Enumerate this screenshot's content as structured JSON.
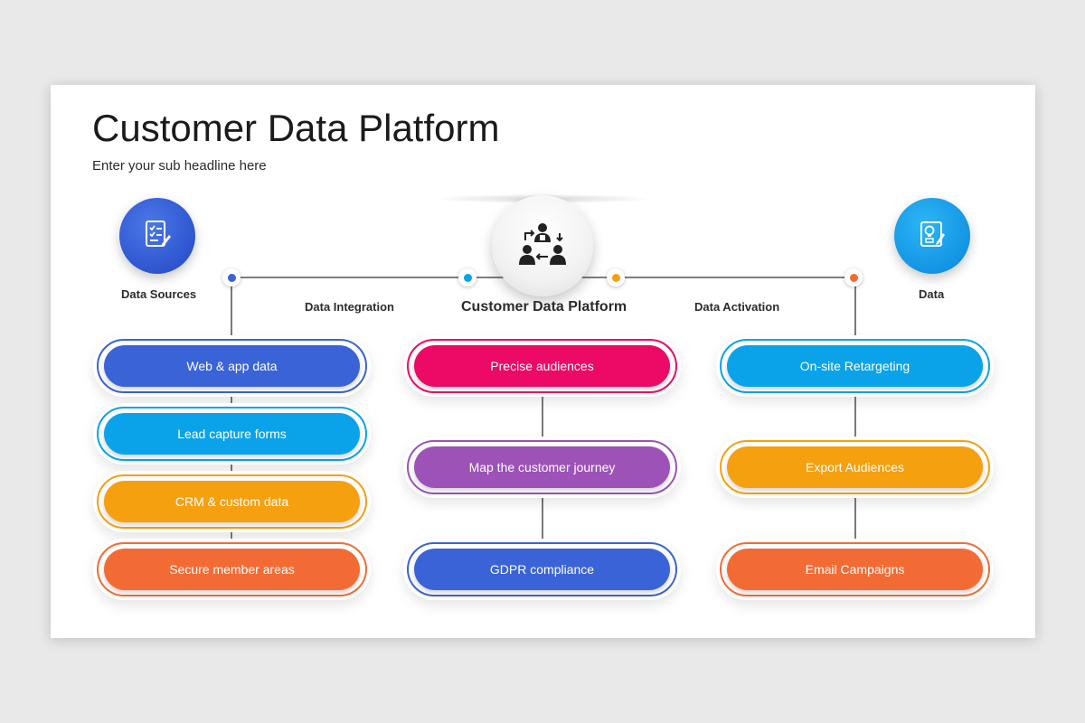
{
  "header": {
    "title": "Customer Data Platform",
    "subtitle": "Enter your sub headline here"
  },
  "labels": {
    "sources": "Data Sources",
    "integration": "Data Integration",
    "platform": "Customer Data Platform",
    "activation": "Data Activation",
    "data": "Data"
  },
  "icons": {
    "sources": "checklist-pen-icon",
    "platform": "people-exchange-icon",
    "data": "idea-board-icon"
  },
  "colors": {
    "blue": "#3a63d8",
    "cyan": "#0aa3ea",
    "orange_yellow": "#f5a00f",
    "orange": "#f36b34",
    "pink": "#ec0a66",
    "purple": "#9c52b7"
  },
  "columns": {
    "left": [
      "Web & app data",
      "Lead capture forms",
      "CRM & custom data",
      "Secure member areas"
    ],
    "middle": [
      "Precise audiences",
      "Map the customer journey",
      "GDPR compliance"
    ],
    "right": [
      "On-site Retargeting",
      "Export Audiences",
      "Email Campaigns"
    ]
  }
}
